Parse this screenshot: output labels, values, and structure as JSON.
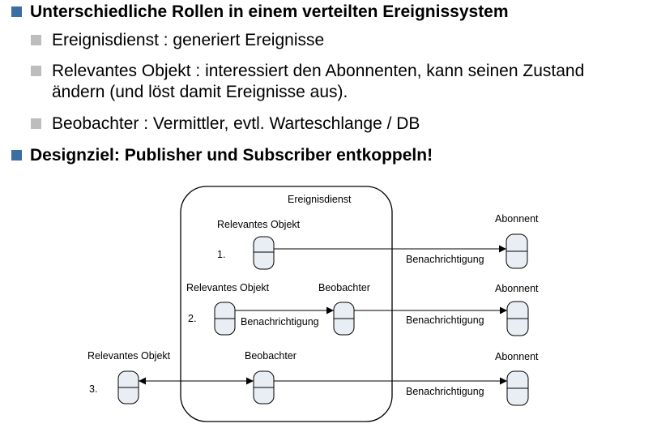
{
  "bullets": {
    "b1": "Unterschiedliche Rollen in einem verteilten Ereignissystem",
    "b1_1": "Ereignisdienst : generiert Ereignisse",
    "b1_2_line1": "Relevantes Objekt : interessiert den Abonnenten, kann seinen Zustand",
    "b1_2_line2": "ändern (und löst damit Ereignisse aus).",
    "b1_3": "Beobachter : Vermittler, evtl. Warteschlange / DB",
    "b2": "Designziel: Publisher und Subscriber entkoppeln!"
  },
  "diagram": {
    "service_label": "Ereignisdienst",
    "row1": {
      "number": "1.",
      "object_label": "Relevantes  Objekt",
      "subscriber_label": "Abonnent",
      "arrow_label": "Benachrichtigung"
    },
    "row2": {
      "number": "2.",
      "object_label": "Relevantes  Objekt",
      "observer_label": "Beobachter",
      "subscriber_label": "Abonnent",
      "arrow_label_1": "Benachrichtigung",
      "arrow_label_2": "Benachrichtigung"
    },
    "row3": {
      "number": "3.",
      "object_label": "Relevantes  Objekt",
      "observer_label": "Beobachter",
      "subscriber_label": "Abonnent",
      "arrow_label": "Benachrichtigung"
    }
  },
  "colors": {
    "bullet_primary": "#3a6ea5",
    "bullet_secondary": "#bdbdbd",
    "cylinder_fill": "#e8eef3"
  }
}
